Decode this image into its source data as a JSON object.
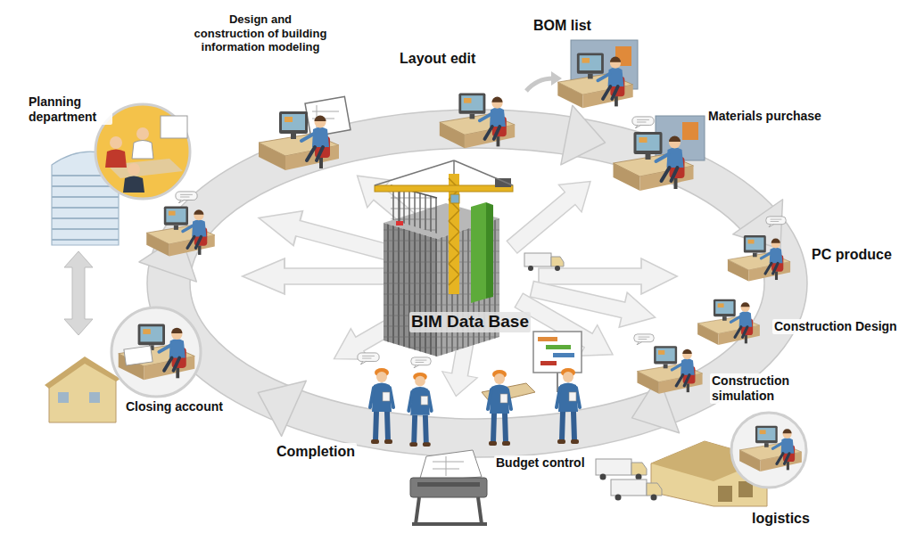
{
  "diagram": {
    "labels": [
      "Planning department",
      "Design and construction of building information modeling",
      "Layout edit",
      "BOM list",
      "Materials purchase",
      "PC produce",
      "Construction Design",
      "BIM Data Base",
      "Construction simulation",
      "Closing account",
      "Completion",
      "Budget control",
      "logistics"
    ]
  }
}
